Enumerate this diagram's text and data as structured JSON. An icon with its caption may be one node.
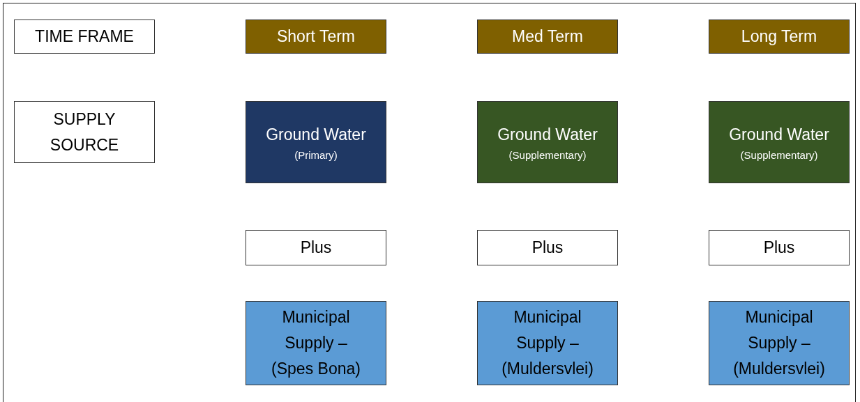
{
  "diagram": {
    "nodes": [
      {
        "text": [
          "TIME FRAME"
        ]
      },
      {
        "text": [
          "Short Term"
        ]
      },
      {
        "text": [
          "Med Term"
        ]
      },
      {
        "text": [
          "Long Term"
        ]
      },
      {
        "text": [
          "SUPPLY SOURCE"
        ]
      },
      {
        "text": [
          "Ground Water",
          "(Primary)"
        ]
      },
      {
        "text": [
          "Ground Water",
          "(Supplementary)"
        ]
      },
      {
        "text": [
          "Ground Water",
          "(Supplementary)"
        ]
      },
      {
        "text": [
          "Plus"
        ]
      },
      {
        "text": [
          "Plus"
        ]
      },
      {
        "text": [
          "Plus"
        ]
      },
      {
        "text": [
          "Municipal Supply – (Spes Bona)"
        ]
      },
      {
        "text": [
          "Municipal Supply – (Muldersvlei)"
        ]
      },
      {
        "text": [
          "Municipal Supply – (Muldersvlei)"
        ]
      }
    ]
  }
}
